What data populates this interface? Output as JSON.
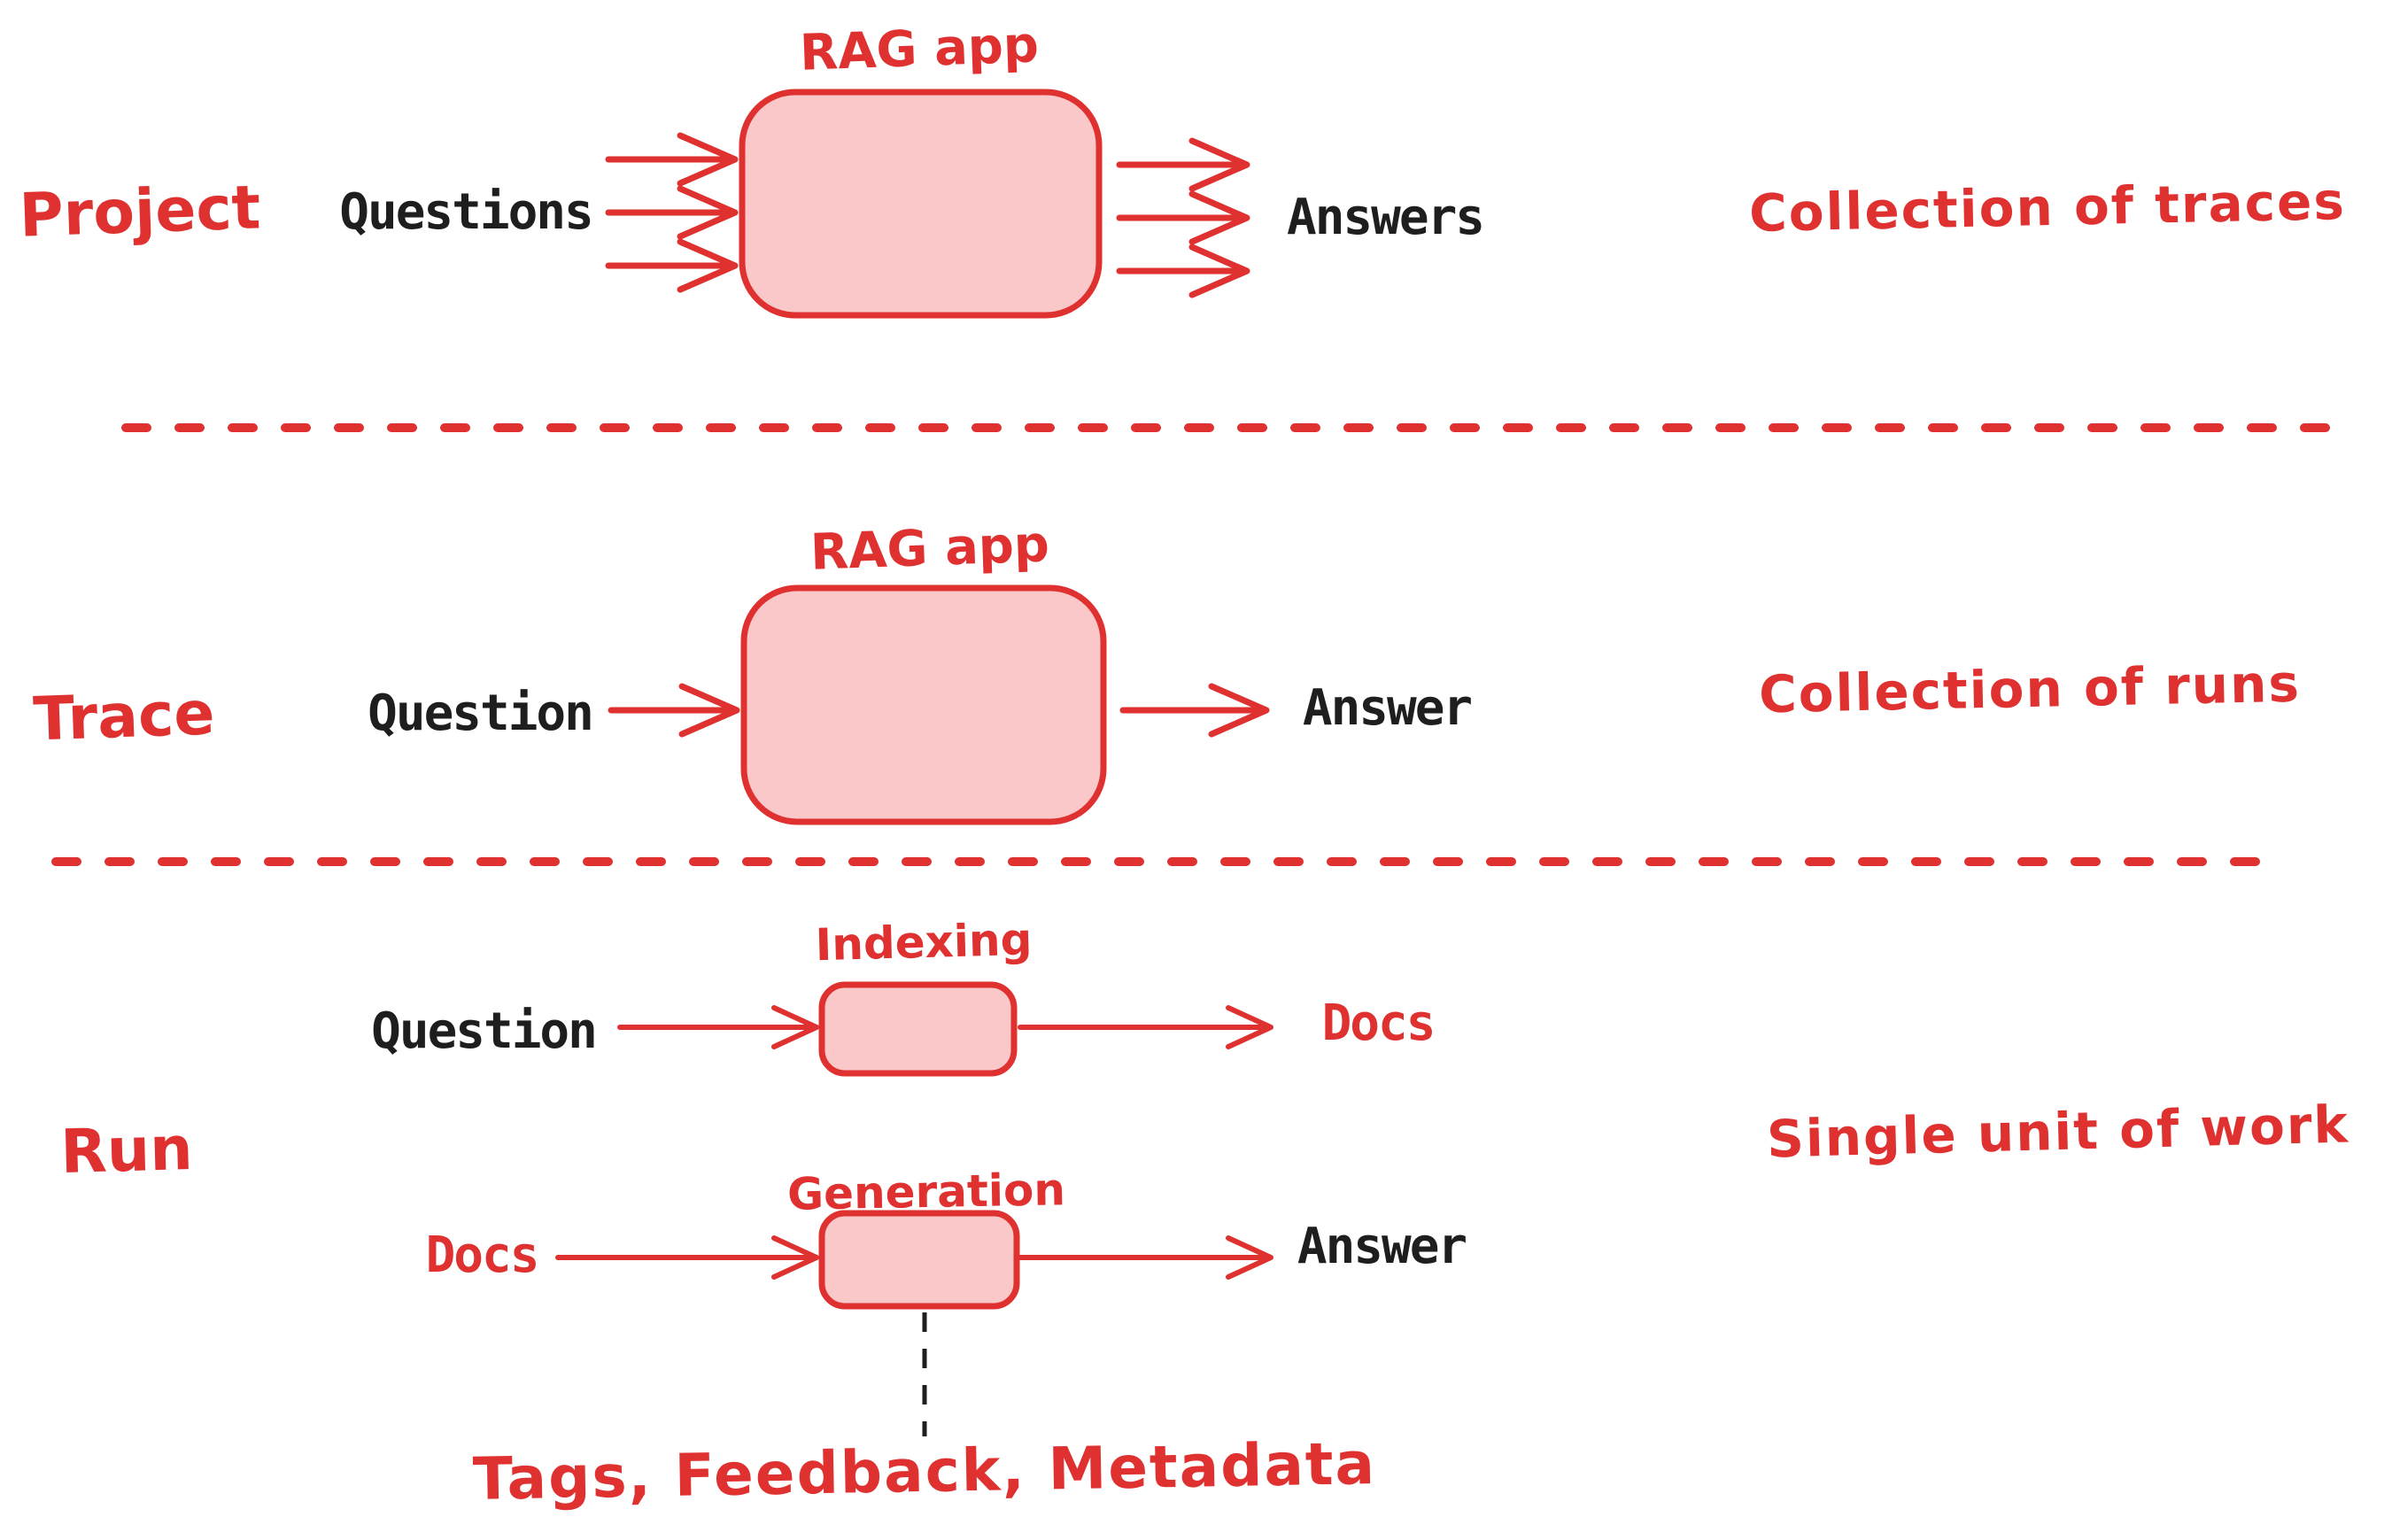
{
  "colors": {
    "red": "#e03131",
    "pink": "#fac8c8",
    "black": "#1e1e1e"
  },
  "sections": {
    "project": {
      "label": "Project",
      "input": "Questions",
      "box": "RAG app",
      "output": "Answers",
      "description": "Collection of traces"
    },
    "trace": {
      "label": "Trace",
      "input": "Question",
      "box": "RAG app",
      "output": "Answer",
      "description": "Collection of runs"
    },
    "run": {
      "label": "Run",
      "description": "Single unit of work",
      "indexing": {
        "box": "Indexing",
        "input": "Question",
        "output": "Docs"
      },
      "generation": {
        "box": "Generation",
        "input": "Docs",
        "output": "Answer"
      },
      "annotation": "Tags, Feedback, Metadata"
    }
  }
}
